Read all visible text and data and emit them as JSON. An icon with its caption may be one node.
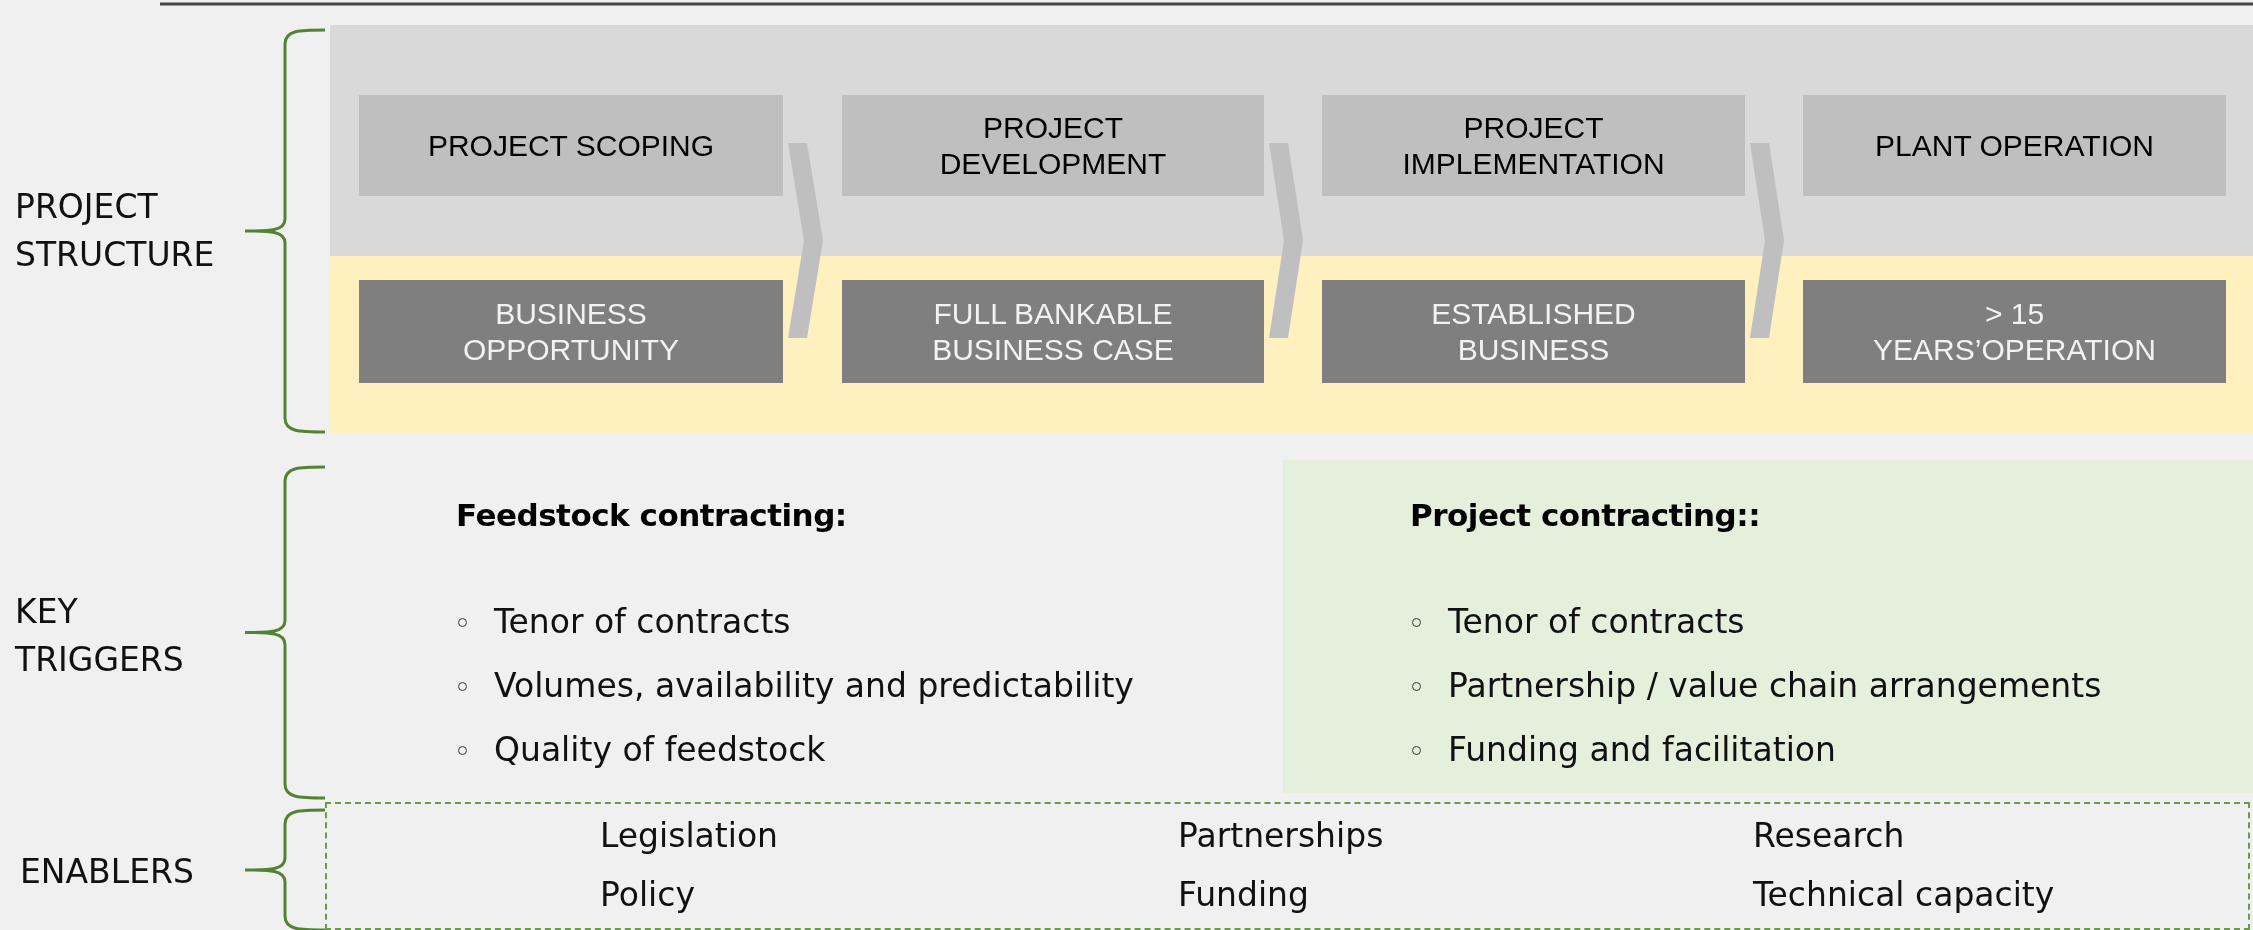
{
  "diagram": {
    "nodes": [
      {
        "text": [],
        "shape": "band"
      },
      {
        "text": [
          "PROJECT SCOPING"
        ],
        "in": 0
      },
      {
        "text": [
          "PROJECT DEVELOPMENT"
        ],
        "in": 0
      },
      {
        "text": [
          "PROJECT IMPLEMENTATION"
        ],
        "in": 0
      },
      {
        "text": [
          "PLANT OPERATION"
        ],
        "in": 0
      },
      {
        "text": [],
        "shape": "band"
      },
      {
        "text": [
          "BUSINESS OPPORTUNITY"
        ],
        "in": 5
      },
      {
        "text": [
          "FULL BANKABLE BUSINESS CASE"
        ],
        "in": 5
      },
      {
        "text": [
          "ESTABLISHED BUSINESS"
        ],
        "in": 5
      },
      {
        "text": [
          "> 15 YEARS’OPERATION"
        ],
        "in": 5
      },
      {
        "text": [
          "Project contracting::",
          "Tenor of contracts",
          "Partnership / value chain arrangements",
          "Funding and facilitation"
        ]
      },
      {
        "text": [
          "Legislation",
          "Policy",
          "Partnerships",
          "Funding",
          "Research",
          "Technical capacity"
        ]
      }
    ],
    "edges": [
      {
        "from": 1,
        "to": 2,
        "arrow": "to"
      },
      {
        "from": 2,
        "to": 3,
        "arrow": "to"
      },
      {
        "from": 3,
        "to": 4,
        "arrow": "to"
      }
    ],
    "labels": [
      "PROJECT STRUCTURE",
      "KEY TRIGGERS",
      "ENABLERS",
      "Feedstock contracting:",
      "Tenor of contracts",
      "Volumes, availability and predictability",
      "Quality of feedstock"
    ]
  }
}
